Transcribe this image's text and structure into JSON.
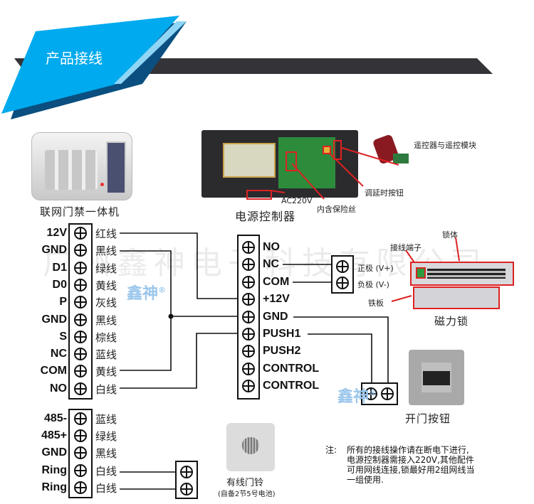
{
  "header": {
    "title": "产品接线",
    "accent_color": "#00aaee",
    "bar_color": "#333338"
  },
  "devices": {
    "access_controller": {
      "caption": "联网门禁一体机"
    },
    "power_controller": {
      "caption": "电源控制器",
      "annotations": {
        "remote": "遥控器与遥控模块",
        "delay_button": "调延时按钮",
        "ac": "AC220V",
        "fuse": "内含保险丝"
      }
    },
    "magnetic_lock": {
      "caption": "磁力锁",
      "annotations": {
        "body": "锁体",
        "terminal": "接线端子",
        "plate": "铁板",
        "positive": "正极 (V+)",
        "negative": "负极 (V-)"
      }
    },
    "exit_button": {
      "caption": "开门按钮"
    },
    "doorbell": {
      "caption": "有线门铃",
      "sub_caption": "(自备2节5号电池)"
    }
  },
  "left_terminal": {
    "pins": [
      {
        "pin": "12V",
        "wire": "红线"
      },
      {
        "pin": "GND",
        "wire": "黑线"
      },
      {
        "pin": "D1",
        "wire": "绿线"
      },
      {
        "pin": "D0",
        "wire": "黄线"
      },
      {
        "pin": "P",
        "wire": "灰线"
      },
      {
        "pin": "GND",
        "wire": "黑线"
      },
      {
        "pin": "S",
        "wire": "棕线"
      },
      {
        "pin": "NC",
        "wire": "蓝线"
      },
      {
        "pin": "COM",
        "wire": "黄线"
      },
      {
        "pin": "NO",
        "wire": "白线"
      }
    ]
  },
  "bottom_terminal": {
    "pins": [
      {
        "pin": "485-",
        "wire": "蓝线"
      },
      {
        "pin": "485+",
        "wire": "绿线"
      },
      {
        "pin": "GND",
        "wire": "黑线"
      },
      {
        "pin": "Ring",
        "wire": "白线"
      },
      {
        "pin": "Ring",
        "wire": "白线"
      }
    ]
  },
  "power_terminal": {
    "pins": [
      "NO",
      "NC",
      "COM",
      "+12V",
      "GND",
      "PUSH1",
      "PUSH2",
      "CONTROL",
      "CONTROL"
    ]
  },
  "watermark": "广州鑫神电子科技有限公司",
  "logo": {
    "text": "鑫神",
    "mark": "®"
  },
  "note": {
    "prefix": "注:",
    "lines": [
      "所有的接线操作请在断电下进行,",
      "电源控制器需接入220V,其他配件",
      "可用网线连接,锁最好用2组网线当",
      "一组使用."
    ]
  }
}
